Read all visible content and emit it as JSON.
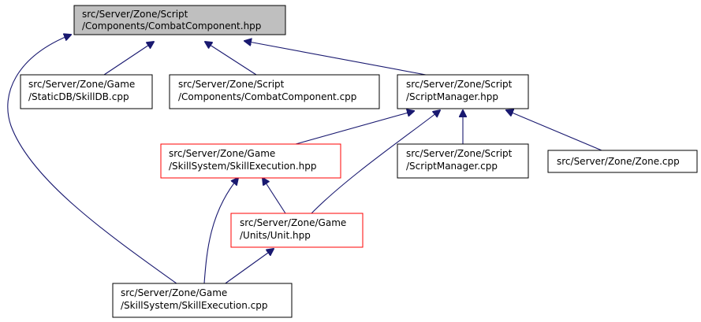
{
  "colors": {
    "edge": "#191970",
    "border_normal": "#000000",
    "border_truncated": "#ff0000",
    "root_fill": "#bfbfbf",
    "node_fill": "#ffffff"
  },
  "nodes": [
    {
      "id": "n0",
      "lines": [
        "src/Server/Zone/Script",
        "/Components/CombatComponent.hpp"
      ],
      "style": "root"
    },
    {
      "id": "n1",
      "lines": [
        "src/Server/Zone/Game",
        "/StaticDB/SkillDB.cpp"
      ],
      "style": "normal"
    },
    {
      "id": "n2",
      "lines": [
        "src/Server/Zone/Script",
        "/Components/CombatComponent.cpp"
      ],
      "style": "normal"
    },
    {
      "id": "n3",
      "lines": [
        "src/Server/Zone/Script",
        "/ScriptManager.hpp"
      ],
      "style": "normal"
    },
    {
      "id": "n4",
      "lines": [
        "src/Server/Zone/Game",
        "/SkillSystem/SkillExecution.hpp"
      ],
      "style": "truncated"
    },
    {
      "id": "n5",
      "lines": [
        "src/Server/Zone/Script",
        "/ScriptManager.cpp"
      ],
      "style": "normal"
    },
    {
      "id": "n6",
      "lines": [
        "src/Server/Zone/Zone.cpp"
      ],
      "style": "normal"
    },
    {
      "id": "n7",
      "lines": [
        "src/Server/Zone/Game",
        "/Units/Unit.hpp"
      ],
      "style": "truncated"
    },
    {
      "id": "n8",
      "lines": [
        "src/Server/Zone/Game",
        "/SkillSystem/SkillExecution.cpp"
      ],
      "style": "normal"
    }
  ],
  "edges": [
    {
      "from": "n1",
      "to": "n0"
    },
    {
      "from": "n2",
      "to": "n0"
    },
    {
      "from": "n3",
      "to": "n0"
    },
    {
      "from": "n8",
      "to": "n0"
    },
    {
      "from": "n4",
      "to": "n3"
    },
    {
      "from": "n5",
      "to": "n3"
    },
    {
      "from": "n6",
      "to": "n3"
    },
    {
      "from": "n7",
      "to": "n3"
    },
    {
      "from": "n7",
      "to": "n4"
    },
    {
      "from": "n8",
      "to": "n4"
    },
    {
      "from": "n8",
      "to": "n7"
    }
  ]
}
